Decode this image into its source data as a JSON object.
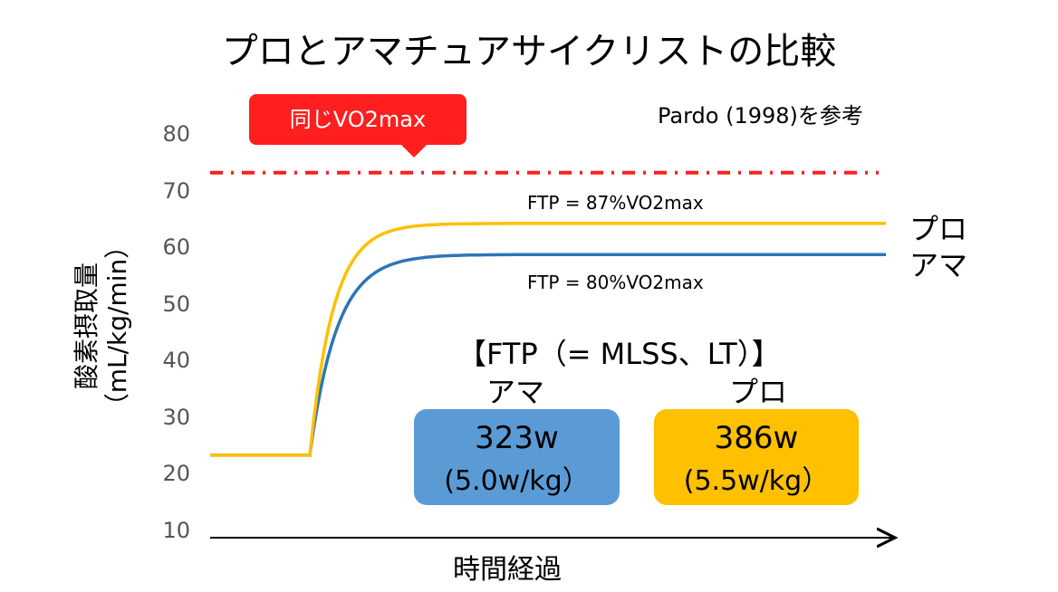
{
  "chart_data": {
    "type": "line",
    "title": "プロとアマチュアサイクリストの比較",
    "source_note": "Pardo (1998)を参考",
    "ylabel_line1": "酸素摂取量",
    "ylabel_line2": "（mL/kg/min）",
    "xlabel": "時間経過",
    "yticks": [
      "10",
      "20",
      "30",
      "40",
      "50",
      "60",
      "70",
      "80"
    ],
    "ylim": [
      10,
      80
    ],
    "grid": false,
    "vo2max": {
      "label": "同じVO2max",
      "value": 73,
      "color": "#ff1f1f"
    },
    "series": [
      {
        "name": "プロ",
        "color": "#ffc000",
        "baseline": 23,
        "plateau": 64,
        "ftp_label": "FTP = 87%VO2max"
      },
      {
        "name": "アマ",
        "color": "#2e75b6",
        "baseline": 23,
        "plateau": 58.5,
        "ftp_label": "FTP = 80%VO2max"
      }
    ]
  },
  "ftp_panel": {
    "heading": "【FTP（= MLSS、LT）】",
    "amateur": {
      "label": "アマ",
      "watts": "323w",
      "wkg": "(5.0w/kg）",
      "color": "#5b9bd5"
    },
    "pro": {
      "label": "プロ",
      "watts": "386w",
      "wkg": "(5.5w/kg）",
      "color": "#ffc000"
    }
  }
}
